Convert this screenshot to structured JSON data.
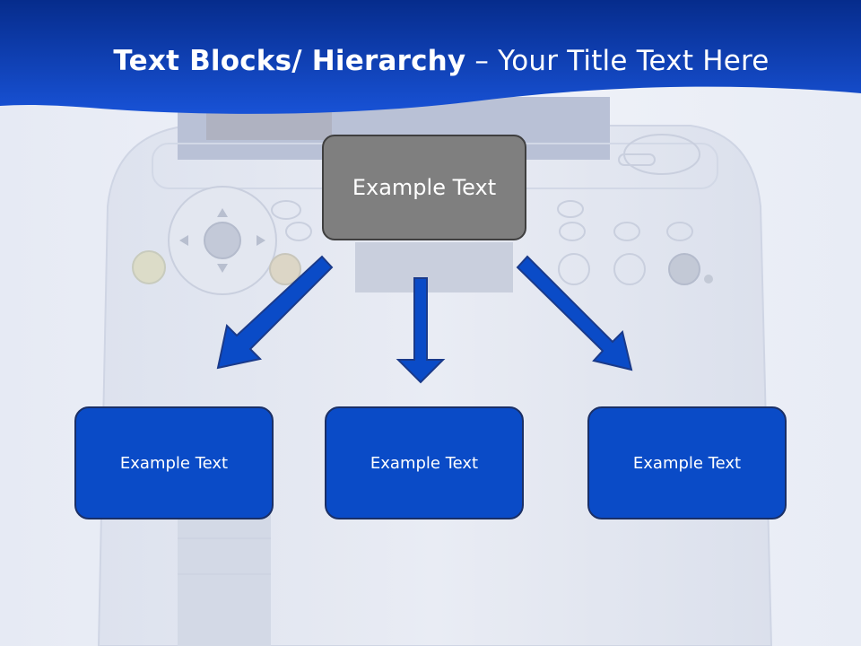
{
  "title": {
    "bold_part": "Text Blocks/ Hierarchy",
    "separator": "–",
    "regular_part": "Your Title Text Here"
  },
  "diagram": {
    "top": {
      "label": "Example Text"
    },
    "children": [
      {
        "label": "Example Text"
      },
      {
        "label": "Example Text"
      },
      {
        "label": "Example Text"
      }
    ]
  },
  "colors": {
    "header_dark": "#062c8c",
    "header_light": "#1852d6",
    "top_box_fill": "#7f7f7f",
    "top_box_border": "#3f3f3f",
    "child_box_fill": "#0a4bc7",
    "child_box_border": "#1a2f66",
    "arrow_fill": "#0a4bc7",
    "arrow_stroke": "#1a3a8a",
    "text": "#ffffff"
  }
}
